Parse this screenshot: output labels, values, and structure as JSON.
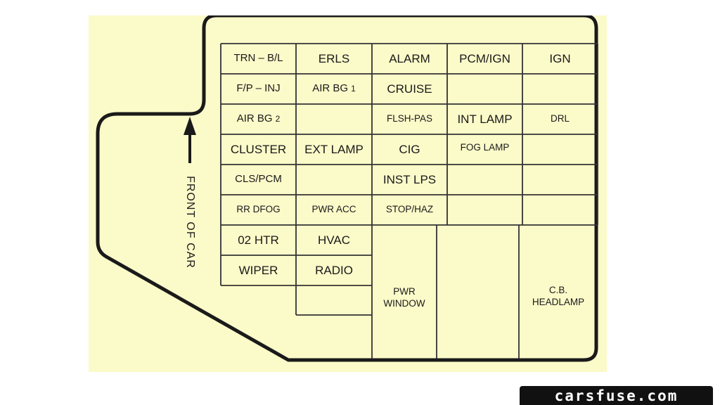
{
  "cells": {
    "r1c1": "TRN – B/L",
    "r1c2": "ERLS",
    "r1c3": "ALARM",
    "r1c4": "PCM/IGN",
    "r1c5": "IGN",
    "r2c1": "F/P – INJ",
    "r2c2_label": "AIR BG",
    "r2c2_num": "1",
    "r2c3": "CRUISE",
    "r3c1_label": "AIR BG",
    "r3c1_num": "2",
    "r3c3": "FLSH-PAS",
    "r3c4": "INT LAMP",
    "r3c5": "DRL",
    "r4c1": "CLUSTER",
    "r4c2": "EXT LAMP",
    "r4c3": "CIG",
    "r4c4": "FOG LAMP",
    "r5c1": "CLS/PCM",
    "r5c3": "INST LPS",
    "r6c1": "RR DFOG",
    "r6c2": "PWR ACC",
    "r6c3": "STOP/HAZ",
    "r7c1": "02 HTR",
    "r7c2": "HVAC",
    "r8c1": "WIPER",
    "r8c2": "RADIO",
    "pwr_window_1": "PWR",
    "pwr_window_2": "WINDOW",
    "cb_headlamp_1": "C.B.",
    "cb_headlamp_2": "HEADLAMP"
  },
  "direction_label": "FRONT OF CAR",
  "watermark": "carsfuse.com",
  "colors": {
    "panel_background": "#fbfac9",
    "outline": "#1a1a1a"
  }
}
